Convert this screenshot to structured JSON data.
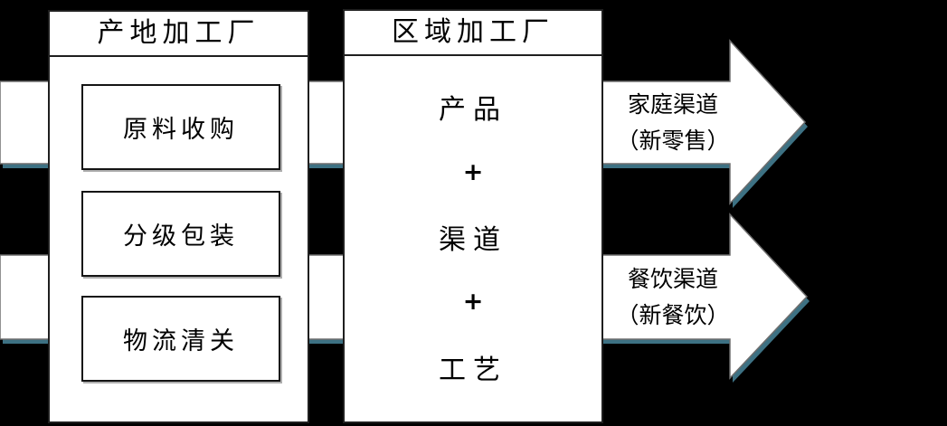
{
  "diagram_title": "supply-chain-flow",
  "left_panel": {
    "title": "产地加工厂",
    "steps": [
      "原料收购",
      "分级包装",
      "物流清关"
    ]
  },
  "middle_panel": {
    "title": "区域加工厂",
    "formula": [
      "产品",
      "+",
      "渠道",
      "+",
      "工艺"
    ]
  },
  "arrows": [
    {
      "label_line1": "家庭渠道",
      "label_line2": "（新零售）"
    },
    {
      "label_line1": "餐饮渠道",
      "label_line2": "（新餐饮）"
    }
  ],
  "colors": {
    "background": "#000000",
    "panel_bg": "#ffffff",
    "panel_border": "#1f1f1f",
    "arrow_fill": "#ffffff",
    "arrow_outline": "#6e6e6e",
    "arrow_shadow": "#3d7183",
    "text": "#000000"
  }
}
